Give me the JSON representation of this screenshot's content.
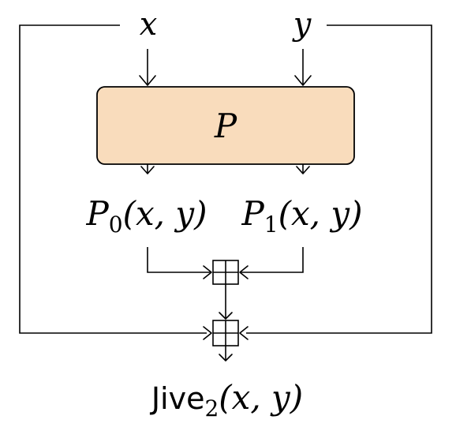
{
  "inputs": {
    "x": "x",
    "y": "y"
  },
  "block": {
    "label": "P",
    "fill": "#f9dcbc"
  },
  "outputs": {
    "left": {
      "base": "P",
      "sub": "0",
      "args": "(x, y)"
    },
    "right": {
      "base": "P",
      "sub": "1",
      "args": "(x, y)"
    }
  },
  "combiner_icons": [
    "xor-square-icon",
    "xor-square-icon"
  ],
  "result": {
    "name": "Jive",
    "sub": "2",
    "args": "(x, y)"
  }
}
